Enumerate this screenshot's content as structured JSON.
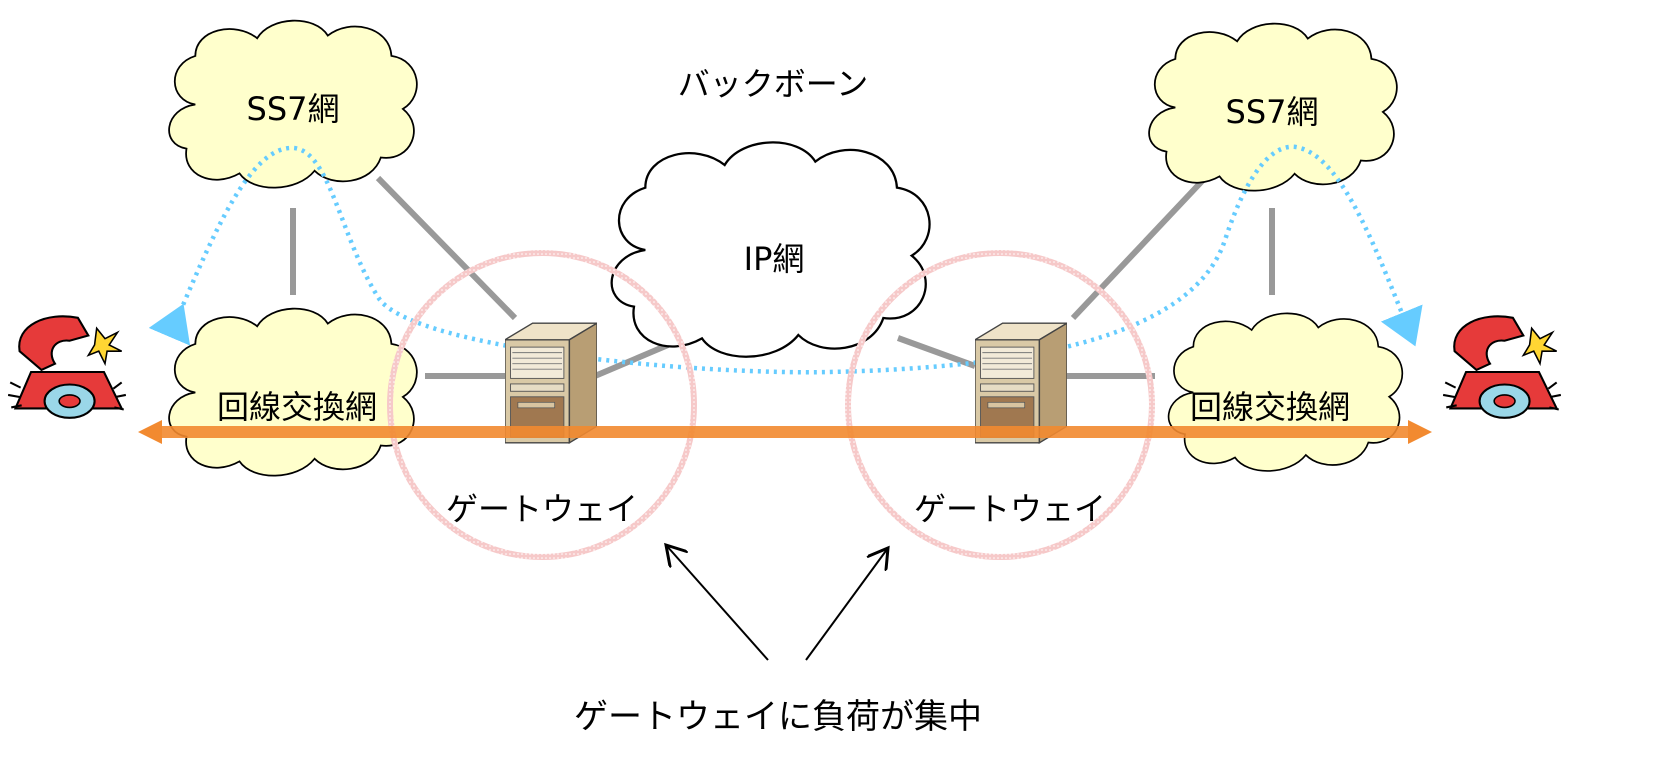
{
  "labels": {
    "backbone": "バックボーン",
    "ip_network": "IP網",
    "ss7_left": "SS7網",
    "ss7_right": "SS7網",
    "circuit_left": "回線交換網",
    "circuit_right": "回線交換網",
    "gateway_left": "ゲートウェイ",
    "gateway_right": "ゲートウェイ",
    "load_note": "ゲートウェイに負荷が集中"
  },
  "colors": {
    "cloud_fill": "#ffffcc",
    "link_gray": "#999999",
    "signal_blue": "#66ccff",
    "voice_orange": "#f28a30",
    "highlight_pink": "#f4b6b6"
  },
  "icons": {
    "phone": "ringing-telephone-icon",
    "server": "gateway-server-icon"
  }
}
